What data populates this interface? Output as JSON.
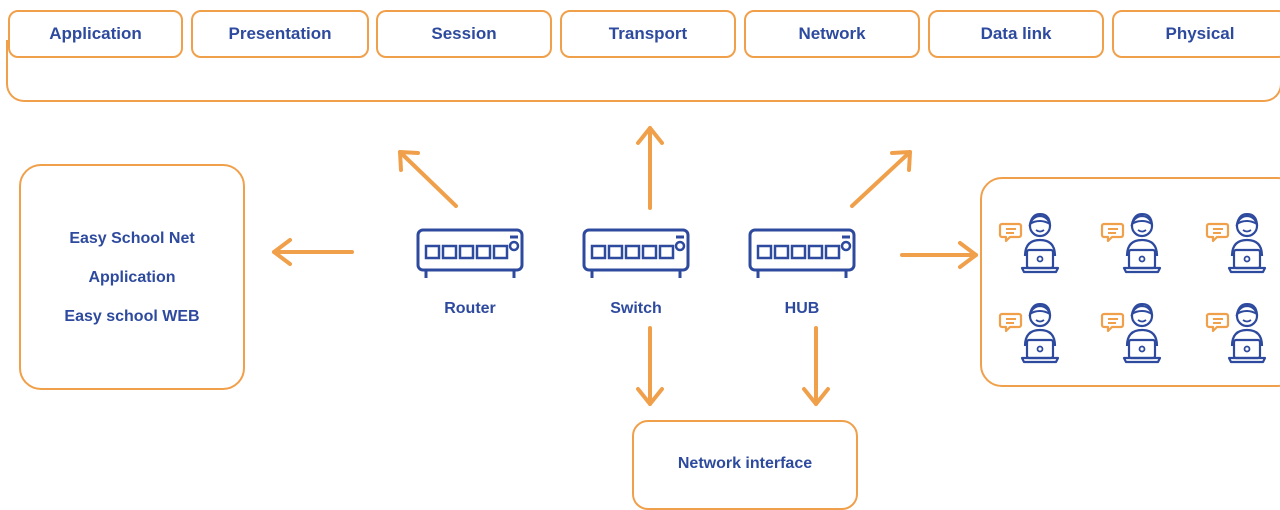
{
  "layers": [
    "Application",
    "Presentation",
    "Session",
    "Transport",
    "Network",
    "Data link",
    "Physical"
  ],
  "apps_panel": {
    "line1": "Easy School Net",
    "line2": "Application",
    "line3": "Easy school WEB"
  },
  "devices": {
    "router": "Router",
    "switch": "Switch",
    "hub": "HUB"
  },
  "network_interface": "Network interface",
  "icons": {
    "device": "network-device-icon",
    "client": "user-laptop-chat-icon"
  },
  "colors": {
    "accent": "#f0a04b",
    "primary": "#2e4a9e"
  }
}
